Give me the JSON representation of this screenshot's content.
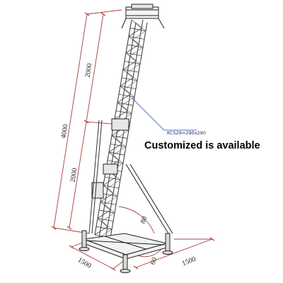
{
  "caption": "Customized is available",
  "dimensions": {
    "total_height": "4000",
    "upper_height": "2000",
    "lower_height": "2000",
    "base_left": "1500",
    "base_right": "1500",
    "angle_outrigger": "80",
    "angle_base": "60"
  },
  "truss_spec": "KCS29=290x290"
}
